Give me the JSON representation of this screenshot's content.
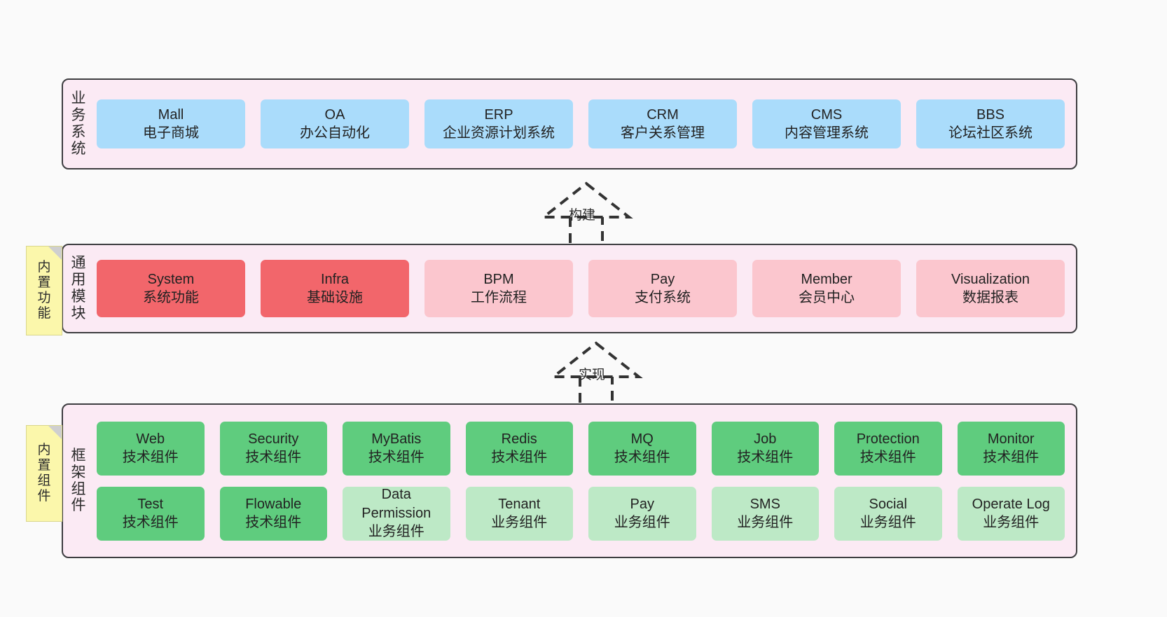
{
  "canvas": {
    "background": "#fafafa",
    "layer_fill": "#fbeaf4",
    "layer_border": "#3d3d40"
  },
  "layers": [
    {
      "id": "business",
      "label_chars": [
        "业",
        "务",
        "系",
        "统"
      ],
      "rows": [
        {
          "cells": [
            {
              "en": "Mall",
              "cn": "电子商城",
              "color": "#aadcfb",
              "variant": "c-blue"
            },
            {
              "en": "OA",
              "cn": "办公自动化",
              "color": "#aadcfb",
              "variant": "c-blue"
            },
            {
              "en": "ERP",
              "cn": "企业资源计划系统",
              "color": "#aadcfb",
              "variant": "c-blue"
            },
            {
              "en": "CRM",
              "cn": "客户关系管理",
              "color": "#aadcfb",
              "variant": "c-blue"
            },
            {
              "en": "CMS",
              "cn": "内容管理系统",
              "color": "#aadcfb",
              "variant": "c-blue"
            },
            {
              "en": "BBS",
              "cn": "论坛社区系统",
              "color": "#aadcfb",
              "variant": "c-blue"
            }
          ]
        }
      ]
    },
    {
      "id": "modules",
      "label_chars": [
        "通",
        "用",
        "模",
        "块"
      ],
      "rows": [
        {
          "cells": [
            {
              "en": "System",
              "cn": "系统功能",
              "color": "#f2666b",
              "variant": "c-red"
            },
            {
              "en": "Infra",
              "cn": "基础设施",
              "color": "#f2666b",
              "variant": "c-red"
            },
            {
              "en": "BPM",
              "cn": "工作流程",
              "color": "#fbc6ce",
              "variant": "c-pink"
            },
            {
              "en": "Pay",
              "cn": "支付系统",
              "color": "#fbc6ce",
              "variant": "c-pink"
            },
            {
              "en": "Member",
              "cn": "会员中心",
              "color": "#fbc6ce",
              "variant": "c-pink"
            },
            {
              "en": "Visualization",
              "cn": "数据报表",
              "color": "#fbc6ce",
              "variant": "c-pink"
            }
          ]
        }
      ]
    },
    {
      "id": "framework",
      "label_chars": [
        "框",
        "架",
        "组",
        "件"
      ],
      "rows": [
        {
          "cells": [
            {
              "en": "Web",
              "cn": "技术组件",
              "color": "#5fcc7e",
              "variant": "c-green"
            },
            {
              "en": "Security",
              "cn": "技术组件",
              "color": "#5fcc7e",
              "variant": "c-green"
            },
            {
              "en": "MyBatis",
              "cn": "技术组件",
              "color": "#5fcc7e",
              "variant": "c-green"
            },
            {
              "en": "Redis",
              "cn": "技术组件",
              "color": "#5fcc7e",
              "variant": "c-green"
            },
            {
              "en": "MQ",
              "cn": "技术组件",
              "color": "#5fcc7e",
              "variant": "c-green"
            },
            {
              "en": "Job",
              "cn": "技术组件",
              "color": "#5fcc7e",
              "variant": "c-green"
            },
            {
              "en": "Protection",
              "cn": "技术组件",
              "color": "#5fcc7e",
              "variant": "c-green"
            },
            {
              "en": "Monitor",
              "cn": "技术组件",
              "color": "#5fcc7e",
              "variant": "c-green"
            }
          ]
        },
        {
          "cells": [
            {
              "en": "Test",
              "cn": "技术组件",
              "color": "#5fcc7e",
              "variant": "c-green"
            },
            {
              "en": "Flowable",
              "cn": "技术组件",
              "color": "#5fcc7e",
              "variant": "c-green"
            },
            {
              "en": "Data Permission",
              "cn": "业务组件",
              "color": "#bde9c6",
              "variant": "c-lightgreen"
            },
            {
              "en": "Tenant",
              "cn": "业务组件",
              "color": "#bde9c6",
              "variant": "c-lightgreen"
            },
            {
              "en": "Pay",
              "cn": "业务组件",
              "color": "#bde9c6",
              "variant": "c-lightgreen"
            },
            {
              "en": "SMS",
              "cn": "业务组件",
              "color": "#bde9c6",
              "variant": "c-lightgreen"
            },
            {
              "en": "Social",
              "cn": "业务组件",
              "color": "#bde9c6",
              "variant": "c-lightgreen"
            },
            {
              "en": "Operate Log",
              "cn": "业务组件",
              "color": "#bde9c6",
              "variant": "c-lightgreen"
            }
          ]
        }
      ]
    }
  ],
  "notes": [
    {
      "id": "builtin-func",
      "chars": [
        "内",
        "置",
        "功",
        "能"
      ],
      "color": "#fbf7ab"
    },
    {
      "id": "builtin-comp",
      "chars": [
        "内",
        "置",
        "组",
        "件"
      ],
      "color": "#fbf7ab"
    }
  ],
  "arrows": [
    {
      "id": "build",
      "label": "构建",
      "style": "dashed-hollow-generalization",
      "direction": "up"
    },
    {
      "id": "impl",
      "label": "实现",
      "style": "dashed-hollow-generalization",
      "direction": "up"
    }
  ]
}
